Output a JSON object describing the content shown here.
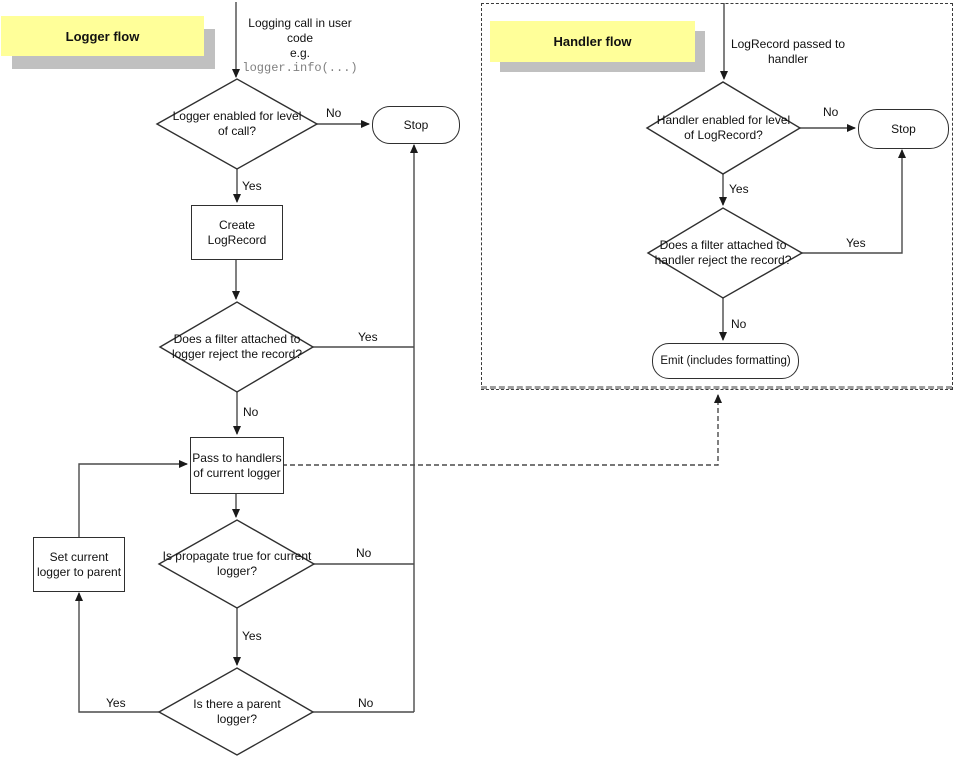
{
  "labels": {
    "yes": "Yes",
    "no": "No"
  },
  "logger_flow": {
    "banner": "Logger flow",
    "note_line": "Logging call in user code",
    "note_eg": "e.g.",
    "note_code": "logger.info(...)",
    "decision_level": "Logger enabled for level of call?",
    "stop": "Stop",
    "create_logrecord": "Create LogRecord",
    "decision_filter": "Does a filter attached to logger reject the record?",
    "pass_handlers": "Pass to handlers of current logger",
    "decision_propagate": "Is propagate true for current logger?",
    "decision_parent": "Is there a parent logger?",
    "set_parent": "Set current logger to parent"
  },
  "handler_flow": {
    "banner": "Handler flow",
    "note": "LogRecord passed to handler",
    "decision_level": "Handler enabled for level of LogRecord?",
    "stop": "Stop",
    "decision_filter": "Does a filter attached to handler reject the record?",
    "emit": "Emit (includes formatting)"
  },
  "colors": {
    "banner_bg": "#ffff99",
    "banner_shadow": "#c0c0c0",
    "connector": "#4a4a4a",
    "shape_border": "#2f2f2f",
    "code_text": "#808080"
  }
}
